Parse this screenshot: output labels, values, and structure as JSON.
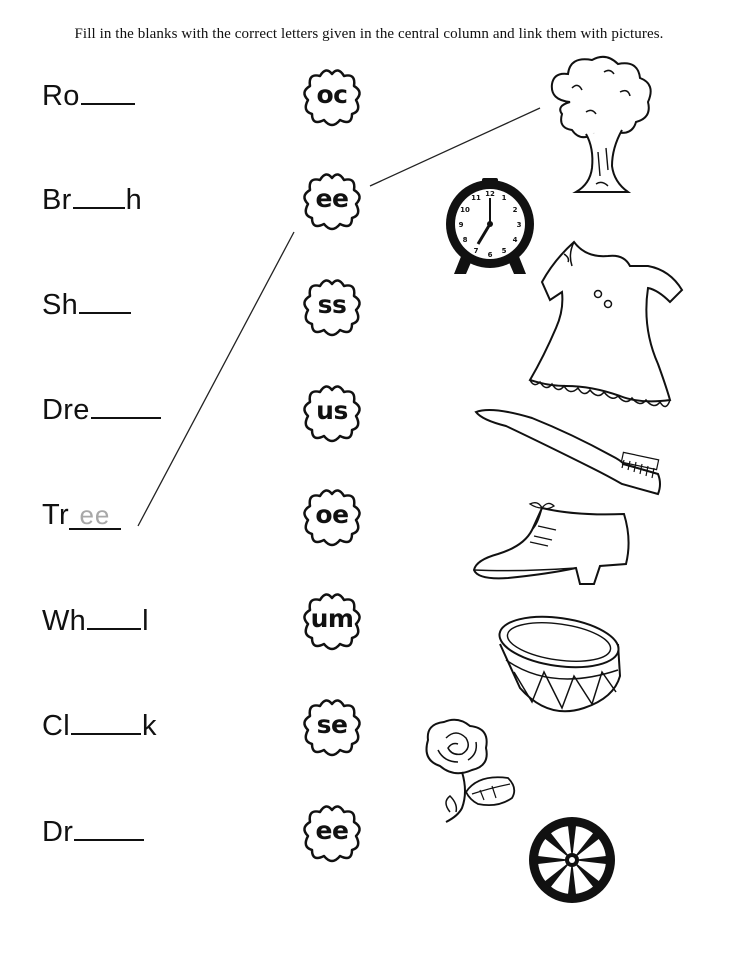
{
  "worksheet": {
    "instructions": "Fill in the blanks with the correct letters given in the central column and link them with pictures."
  },
  "words": [
    {
      "pre": "Ro",
      "post": ""
    },
    {
      "pre": "Br",
      "post": "h"
    },
    {
      "pre": "Sh",
      "post": ""
    },
    {
      "pre": "Dre",
      "post": ""
    },
    {
      "pre": "Tr",
      "filled": "ee"
    },
    {
      "pre": "Wh",
      "post": "l"
    },
    {
      "pre": "Cl",
      "post": "k"
    },
    {
      "pre": "Dr",
      "post": ""
    }
  ],
  "letter_pairs": [
    "oc",
    "ee",
    "ss",
    "us",
    "oe",
    "um",
    "se",
    "ee"
  ],
  "pictures": [
    "tree-picture",
    "clock-picture",
    "dress-picture",
    "toothbrush-picture",
    "shoe-picture",
    "drum-picture",
    "rose-picture",
    "wheel-picture"
  ],
  "clock": {
    "numbers": [
      "12",
      "1",
      "2",
      "3",
      "4",
      "5",
      "6",
      "7",
      "8",
      "9",
      "10",
      "11"
    ]
  }
}
